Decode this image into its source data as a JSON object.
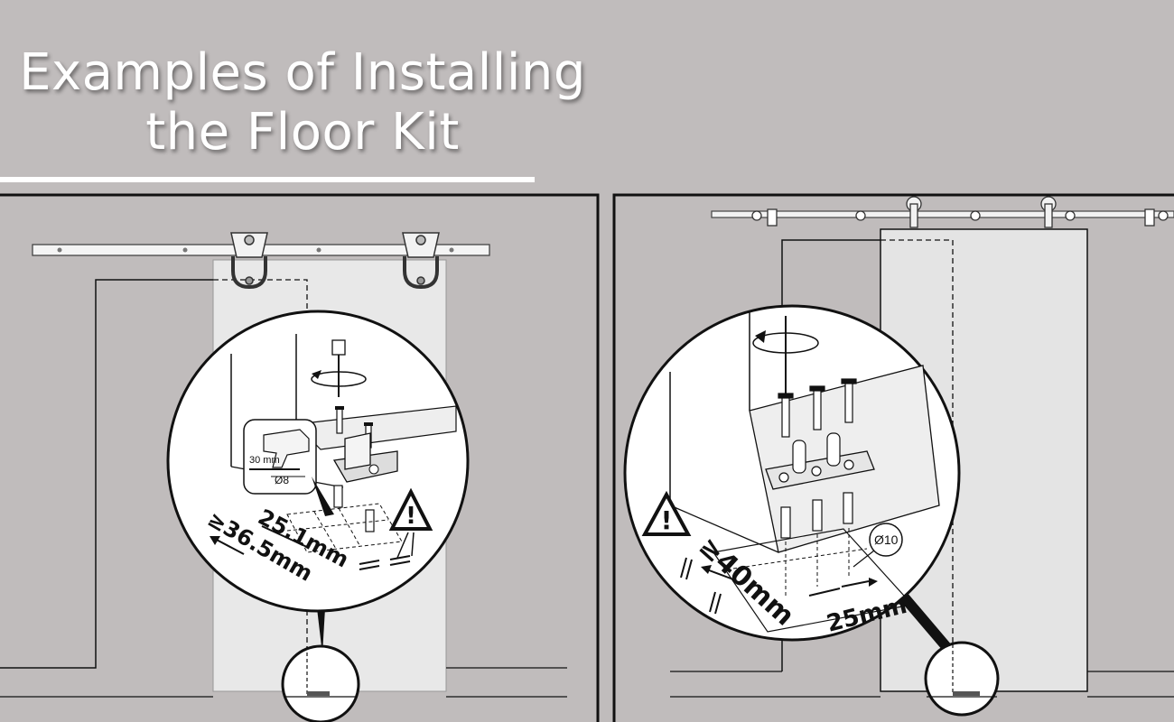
{
  "title": {
    "line1": "Examples of Installing",
    "line2": "the Floor Kit"
  },
  "colors": {
    "background": "#c0bcbc",
    "panel_border": "#111111",
    "door": "#e8e8e8",
    "title_text": "#ffffff"
  },
  "left_panel": {
    "drill_depth": "30 mm",
    "drill_diameter": "Ø8",
    "dim_1": "25.1mm",
    "dim_2": "≥36.5mm"
  },
  "right_panel": {
    "hole_diameter": "Ø10",
    "dim_1": "≥40mm",
    "dim_2": "25mm"
  }
}
